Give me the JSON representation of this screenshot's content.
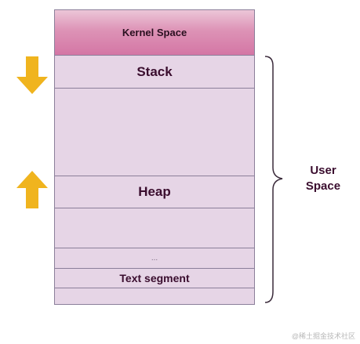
{
  "regions": {
    "kernel": "Kernel Space",
    "stack": "Stack",
    "heap": "Heap",
    "ellipsis": "...",
    "text_segment": "Text segment"
  },
  "user_space": {
    "line1": "User",
    "line2": "Space"
  },
  "arrows": [
    {
      "name": "stack-growth-arrow",
      "direction": "down"
    },
    {
      "name": "heap-growth-arrow",
      "direction": "up"
    }
  ],
  "watermark": "@稀土掘金技术社区",
  "colors": {
    "kernel_top": "#ecc6d8",
    "kernel_bottom": "#d476a5",
    "region_fill": "#e6d5e6",
    "region_border": "#8b7f9a",
    "arrow": "#f0b41e",
    "label_text": "#3a0d2e"
  }
}
